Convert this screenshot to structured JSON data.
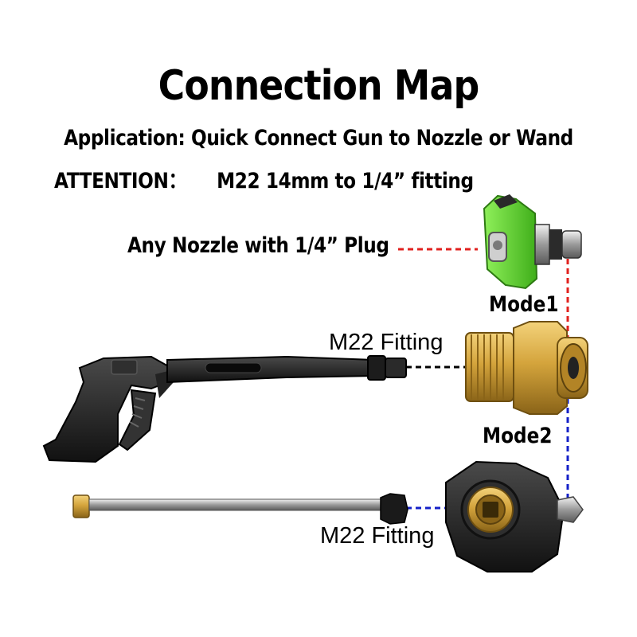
{
  "title": "Connection Map",
  "application_line": "Application: Quick Connect  Gun to Nozzle or Wand",
  "attention": {
    "label": "ATTENTION：",
    "note": "M22 14mm to 1/4” fitting"
  },
  "labels": {
    "nozzle": "Any Nozzle with 1/4” Plug",
    "mode1": "Mode1",
    "mode2": "Mode2",
    "fitting_gun": "M22 Fitting",
    "fitting_wand": "M22 Fitting"
  },
  "colors": {
    "mode1_line": "#e0201e",
    "mode2_line": "#1420c8",
    "gun_line": "#000000",
    "nozzle_green": "#5dd62c",
    "brass": "#d4a43c"
  }
}
